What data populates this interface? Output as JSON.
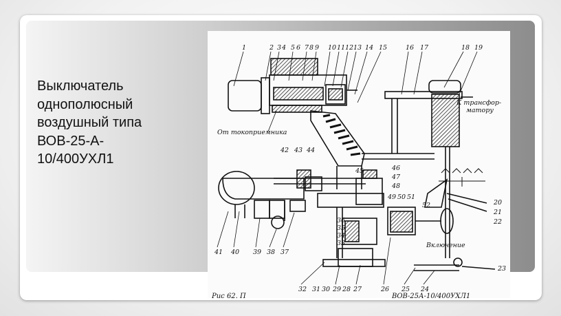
{
  "slide": {
    "title": "Выключатель\nоднополюсный\nвоздушный типа\nВОВ-25-А-\n10/400УХЛ1"
  },
  "diagram": {
    "top_numbers": [
      "1",
      "2",
      "3",
      "4",
      "5",
      "6",
      "7",
      "8",
      "9",
      "10",
      "11",
      "12",
      "13",
      "14",
      "15",
      "16",
      "17",
      "18",
      "19"
    ],
    "labels": {
      "from_pantograph": "От токоприемника",
      "to_transformer_1": "К трансфор-",
      "to_transformer_2": "матору",
      "switch_on": "Включение"
    },
    "mid_numbers": [
      "42",
      "43",
      "44",
      "45",
      "46",
      "47",
      "48",
      "49",
      "50",
      "51",
      "52",
      "20",
      "21",
      "22",
      "23",
      "36",
      "35",
      "34",
      "33"
    ],
    "bottom_numbers": [
      "41",
      "40",
      "39",
      "38",
      "37",
      "32",
      "31",
      "30",
      "29",
      "28",
      "27",
      "26",
      "25",
      "24"
    ],
    "caption": "Рис 62. П",
    "caption_right": "ВОВ-25А-10/400УХЛ1"
  }
}
